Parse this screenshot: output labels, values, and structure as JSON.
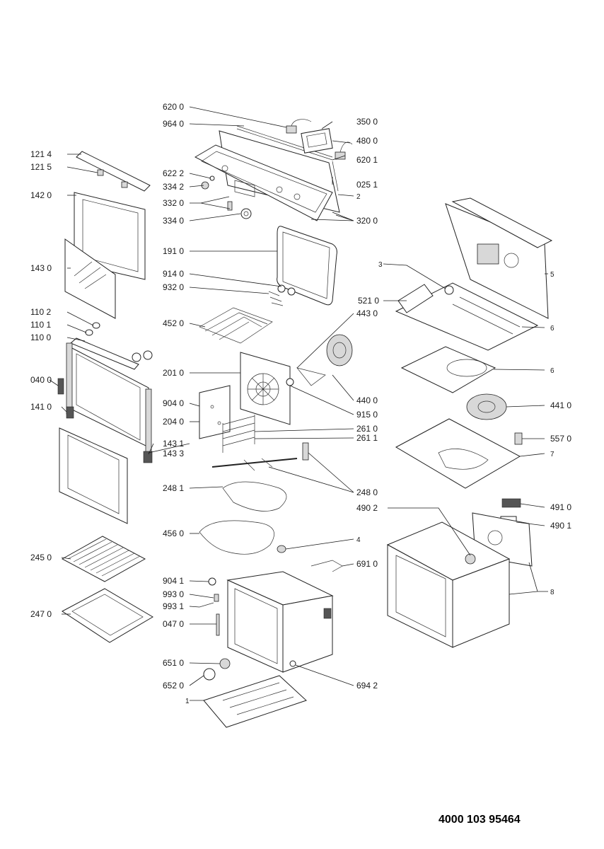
{
  "document_number": "4000 103 95464",
  "labels": {
    "l_6200": "620 0",
    "l_9640": "964 0",
    "l_1214": "121 4",
    "l_1215": "121 5",
    "l_3500": "350 0",
    "l_4800": "480 0",
    "l_6201": "620 1",
    "l_6222": "622 2",
    "l_3342": "334 2",
    "l_3320": "332 0",
    "l_3340": "334 0",
    "l_0251": "025 1",
    "l_2": "2",
    "l_3200": "320 0",
    "l_1420": "142 0",
    "l_1430": "143 0",
    "l_1910": "191 0",
    "l_9140": "914 0",
    "l_9320": "932 0",
    "l_3": "3",
    "l_5": "5",
    "l_5210": "521 0",
    "l_4430": "443 0",
    "l_6a": "6",
    "l_1102": "110 2",
    "l_1101": "110 1",
    "l_1100": "110 0",
    "l_4520": "452 0",
    "l_2010": "201 0",
    "l_6b": "6",
    "l_0400": "040 0",
    "l_4400": "440 0",
    "l_9150": "915 0",
    "l_1410": "141 0",
    "l_9040": "904 0",
    "l_4410": "441 0",
    "l_2040": "204 0",
    "l_2610": "261 0",
    "l_2611": "261 1",
    "l_5570": "557 0",
    "l_1431": "143 1",
    "l_1433": "143 3",
    "l_7": "7",
    "l_2481": "248 1",
    "l_2480": "248 0",
    "l_4902": "490 2",
    "l_4910": "491 0",
    "l_4901": "490 1",
    "l_4560": "456 0",
    "l_4": "4",
    "l_2450": "245 0",
    "l_6910": "691 0",
    "l_8": "8",
    "l_9041": "904 1",
    "l_9930": "993 0",
    "l_9931": "993 1",
    "l_2470": "247 0",
    "l_0470": "047 0",
    "l_6510": "651 0",
    "l_6520": "652 0",
    "l_6942": "694 2",
    "l_1": "1"
  }
}
